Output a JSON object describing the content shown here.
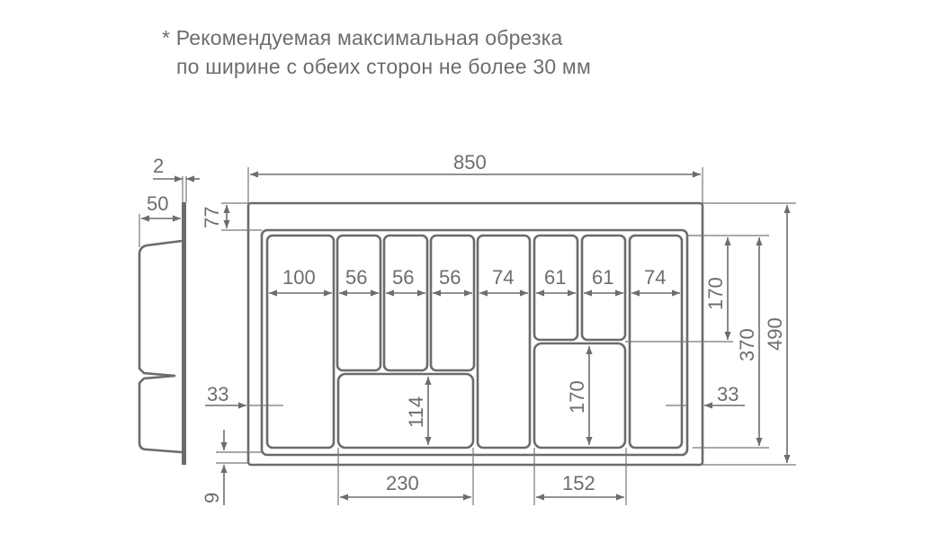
{
  "note": {
    "line1": "* Рекомендуемая максимальная обрезка",
    "line2": "по ширине с обеих сторон не более 30 мм"
  },
  "side_view": {
    "thickness": "2",
    "depth": "50"
  },
  "dimensions": {
    "overall_width": "850",
    "overall_depth": "490",
    "top_margin": "77",
    "bottom_margin": "9",
    "left_trim": "33",
    "right_trim": "33",
    "inner_depth": "370",
    "small_compartment_depth": "170",
    "lower_left_compartment_depth": "114",
    "lower_right_compartment_depth": "170",
    "lower_left_compartment_width": "230",
    "lower_right_compartment_width": "152"
  },
  "compartments": [
    {
      "width": "100"
    },
    {
      "width": "56"
    },
    {
      "width": "56"
    },
    {
      "width": "56"
    },
    {
      "width": "74"
    },
    {
      "width": "61"
    },
    {
      "width": "61"
    },
    {
      "width": "74"
    }
  ],
  "colors": {
    "line": "#6b6b6b",
    "text": "#6d6d6d",
    "background": "#ffffff"
  }
}
